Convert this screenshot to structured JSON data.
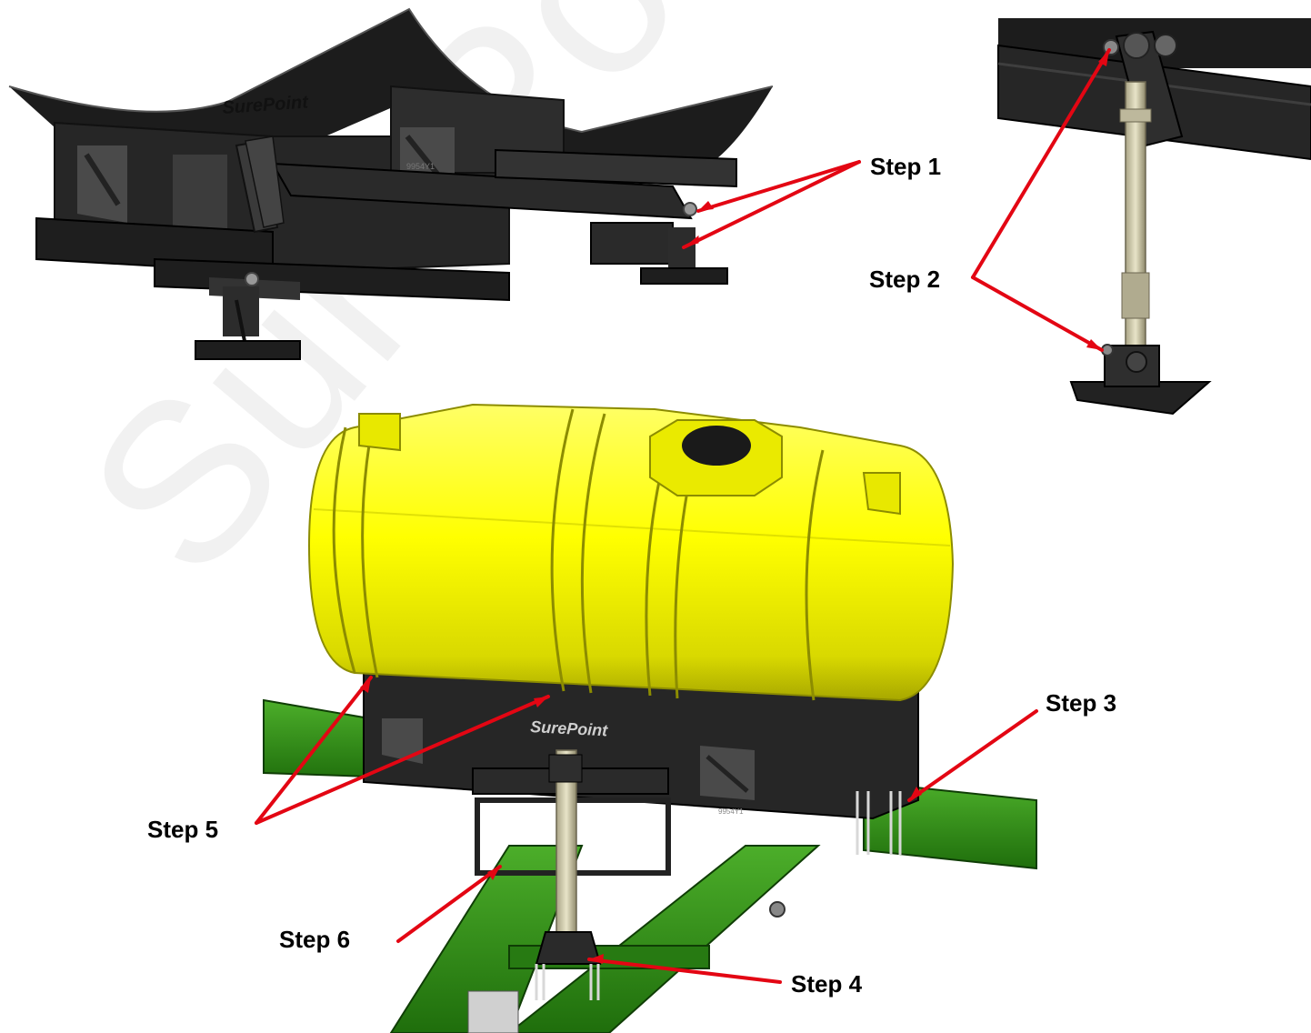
{
  "watermark": "SurePoint Ag Sys",
  "brand": "SurePoint",
  "part_number": "9954Y1",
  "steps": {
    "step1": "Step 1",
    "step2": "Step 2",
    "step3": "Step 3",
    "step4": "Step 4",
    "step5": "Step 5",
    "step6": "Step 6"
  },
  "colors": {
    "arrow": "#e30613",
    "frame": "#2b2b2b",
    "tank": "#ffff00",
    "implement": "#2e8b14",
    "rod": "#d8d4b8"
  }
}
